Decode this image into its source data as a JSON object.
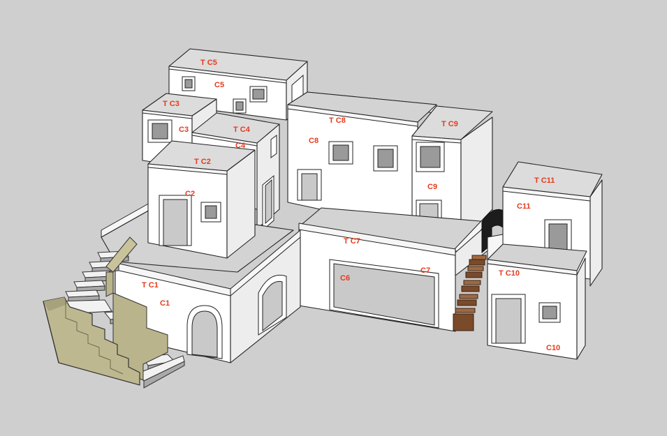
{
  "colors": {
    "background": "#cfcfcf",
    "label": "#e63a1b",
    "wall": "#ffffff",
    "roof": "#dcdcdc",
    "stone": "#b9b48c",
    "wood": "#7a4a2a"
  },
  "labels": {
    "tc5": "T C5",
    "c5": "C5",
    "tc3": "T C3",
    "c3": "C3",
    "tc4": "T C4",
    "c4": "C4",
    "tc8": "T C8",
    "c8": "C8",
    "tc9": "T C9",
    "c9": "C9",
    "tc2": "T C2",
    "c2": "C2",
    "tc11": "T C11",
    "c11": "C11",
    "tc7": "T C7",
    "c7": "C7",
    "c6": "C6",
    "tc10": "T C10",
    "c10": "C10",
    "tc1": "T C1",
    "c1": "C1"
  }
}
